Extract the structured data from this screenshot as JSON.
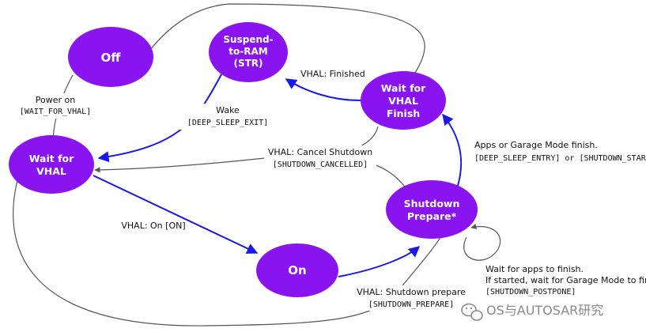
{
  "colors": {
    "node_fill": "#8a14f0",
    "node_text": "#ffffff",
    "primary_edge": "#1a1ae6",
    "secondary_edge": "#555555"
  },
  "states": {
    "off": {
      "lines": [
        "Off"
      ]
    },
    "str": {
      "lines": [
        "Suspend-",
        "to-RAM",
        "(STR)"
      ]
    },
    "wait_finish": {
      "lines": [
        "Wait for",
        "VHAL",
        "Finish"
      ]
    },
    "wait_vhal": {
      "lines": [
        "Wait for",
        "VHAL"
      ]
    },
    "shutdown_prepare": {
      "lines": [
        "Shutdown",
        "Prepare*"
      ]
    },
    "on": {
      "lines": [
        "On"
      ]
    }
  },
  "edges": {
    "power_on": {
      "text": "Power on",
      "code": "[WAIT_FOR_VHAL]"
    },
    "wake": {
      "text": "Wake",
      "code": "[DEEP_SLEEP_EXIT]"
    },
    "finished": {
      "text": "VHAL: Finished"
    },
    "cancel": {
      "text": "VHAL: Cancel Shutdown",
      "code": "[SHUTDOWN_CANCELLED]"
    },
    "vhal_on": {
      "text": "VHAL: On [ON]"
    },
    "garage_finish": {
      "text": "Apps or Garage Mode finish.",
      "code": "[DEEP_SLEEP_ENTRY] or [SHUTDOWN_START]"
    },
    "postpone": {
      "line1": "Wait for apps to finish.",
      "line2": "If started, wait for Garage Mode to finish.",
      "code": "[SHUTDOWN_POSTPONE]"
    },
    "shutdown_prepare": {
      "text": "VHAL: Shutdown prepare",
      "code": "[SHUTDOWN_PREPARE]"
    }
  },
  "watermark": {
    "icon": "wechat-icon",
    "text": "OS与AUTOSAR研究"
  }
}
